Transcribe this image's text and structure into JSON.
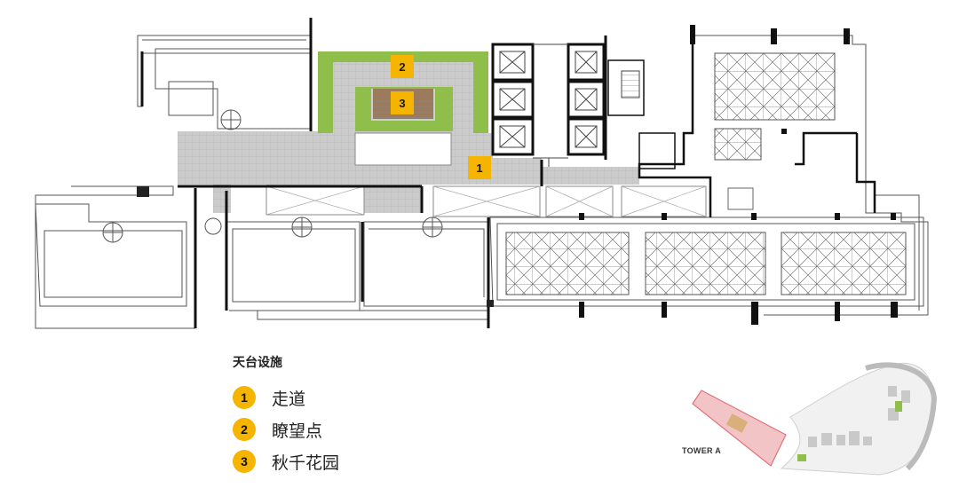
{
  "legend": {
    "title": "天台设施",
    "items": [
      {
        "num": "1",
        "label": "走道"
      },
      {
        "num": "2",
        "label": "瞭望点"
      },
      {
        "num": "3",
        "label": "秋千花园"
      }
    ]
  },
  "plan_markers": [
    "1",
    "2",
    "3"
  ],
  "key_plan": {
    "tower_label": "TOWER A"
  },
  "colors": {
    "marker": "#f5b400",
    "lawn": "#8fbf4a",
    "walkway": "#cfcfcf",
    "wall": "#111111",
    "key_highlight": "#e89aa0"
  }
}
